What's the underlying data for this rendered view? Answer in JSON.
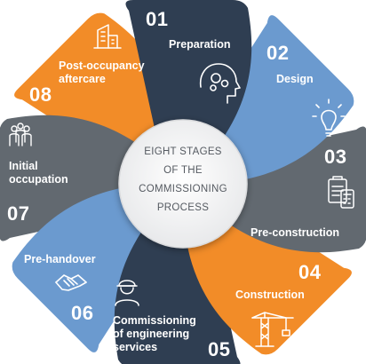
{
  "colors": {
    "dark_navy": "#2f3e52",
    "blue": "#6b9acf",
    "gray": "#626970",
    "orange": "#f28c28",
    "white": "#ffffff",
    "center_text": "#555a61"
  },
  "center": {
    "text": "EIGHT STAGES\nOF THE\nCOMMISSIONING\nPROCESS"
  },
  "stages": [
    {
      "number": "01",
      "label": "Preparation",
      "color": "#2f3e52",
      "icon": "head-gears-icon"
    },
    {
      "number": "02",
      "label": "Design",
      "color": "#6b9acf",
      "icon": "lightbulb-icon"
    },
    {
      "number": "03",
      "label": "Pre-construction",
      "color": "#626970",
      "icon": "clipboard-calculator-icon"
    },
    {
      "number": "04",
      "label": "Construction",
      "color": "#f28c28",
      "icon": "crane-icon"
    },
    {
      "number": "05",
      "label": "Commissioning\nof engineering\nservices",
      "color": "#2f3e52",
      "icon": "engineer-worker-icon"
    },
    {
      "number": "06",
      "label": "Pre-handover",
      "color": "#6b9acf",
      "icon": "handshake-icon"
    },
    {
      "number": "07",
      "label": "Initial\noccupation",
      "color": "#626970",
      "icon": "group-people-icon"
    },
    {
      "number": "08",
      "label": "Post-occupancy\naftercare",
      "color": "#f28c28",
      "icon": "building-icon"
    }
  ]
}
